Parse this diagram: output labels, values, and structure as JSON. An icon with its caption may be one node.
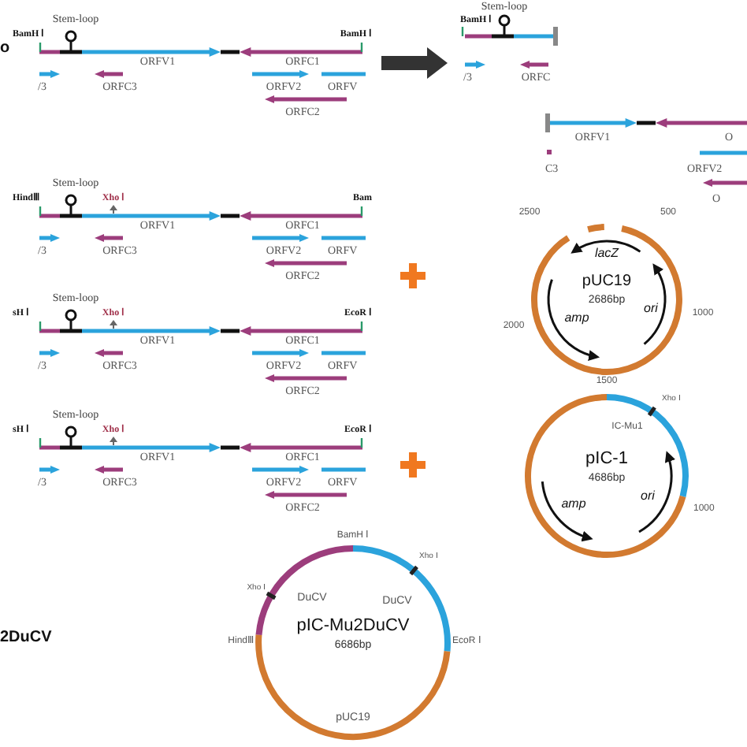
{
  "diagram": {
    "nodes": [
      {
        "text": [
          "Stem-loop",
          "BamH Ⅰ",
          "BamH Ⅰ",
          "ORFV1",
          "ORFC1",
          "/3",
          "ORFC3",
          "ORFV2",
          "ORFV",
          "ORFC2"
        ]
      },
      {
        "text": [
          "Stem-loop",
          "BamH Ⅰ",
          "/3",
          "ORFC"
        ]
      },
      {
        "text": [
          "ORFV1",
          "O",
          "C3",
          "ORFV2",
          "O"
        ]
      },
      {
        "text": [
          "2500",
          "500",
          "lacZ",
          "pUC19",
          "2686bp",
          "amp",
          "ori",
          "2000",
          "1000",
          "1500"
        ]
      },
      {
        "text": [
          "Xho Ⅰ",
          "IC-Mu1",
          "pIC-1",
          "4686bp",
          "ori",
          "1000",
          "amp"
        ]
      },
      {
        "text": [
          "Stem-loop",
          "HindⅢ",
          "Xho Ⅰ",
          "Bam",
          "ORFV1",
          "ORFC1",
          "/3",
          "ORFC3",
          "ORFV2",
          "ORFV",
          "ORFC2"
        ]
      },
      {
        "text": [
          "Stem-loop",
          "sH Ⅰ",
          "Xho Ⅰ",
          "EcoR Ⅰ",
          "ORFV1",
          "ORFC1",
          "/3",
          "ORFC3",
          "ORFV2",
          "ORFV",
          "ORFC2"
        ]
      },
      {
        "text": [
          "Stem-loop",
          "sH Ⅰ",
          "Xho Ⅰ",
          "EcoR Ⅰ",
          "ORFV1",
          "ORFC1",
          "/3",
          "ORFC3",
          "ORFV2",
          "ORFV",
          "ORFC2"
        ]
      },
      {
        "text": [
          "BamH Ⅰ",
          "Xho Ⅰ",
          "Xho Ⅰ",
          "DuCV",
          "DuCV",
          "HindⅢ",
          "pIC-Mu2DuCV",
          "6686bp",
          "EcoR Ⅰ",
          "pUC19"
        ]
      }
    ],
    "edges": [
      {
        "from": 0,
        "to": 1,
        "arrow": "to"
      }
    ],
    "labels": [
      "o",
      "2DuCV"
    ]
  }
}
